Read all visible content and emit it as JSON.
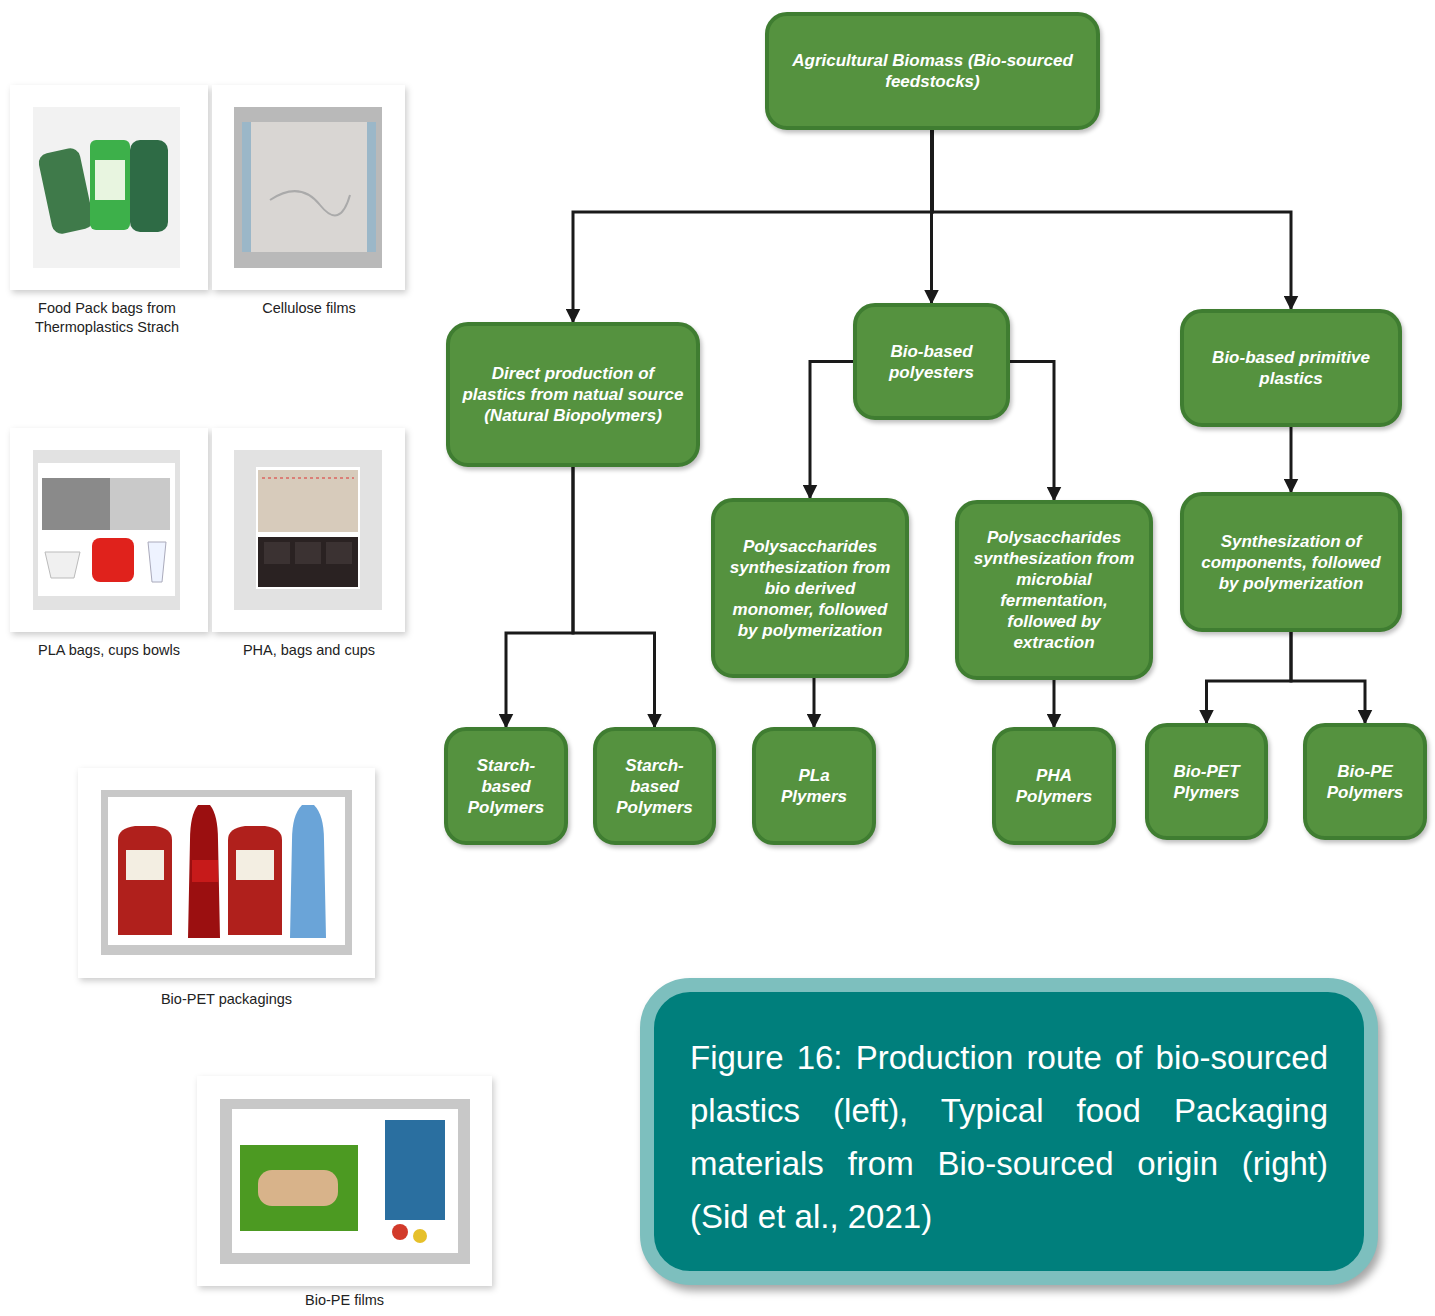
{
  "diagram": {
    "caption": "Figure 16: Production route of bio-sourced plastics (left), Typical food Packaging materials from Bio-sourced origin (right) (Sid et al., 2021)",
    "nodes": [
      {
        "text": [
          "Agricultural Biomass (Bio-sourced feedstocks)"
        ]
      },
      {
        "text": [
          "Direct production of plastics from natual source (Natural Biopolymers)"
        ]
      },
      {
        "text": [
          "Bio-based polyesters"
        ]
      },
      {
        "text": [
          "Bio-based primitive plastics"
        ]
      },
      {
        "text": [
          "Polysaccharides synthesization from bio derived monomer, followed by polymerization"
        ]
      },
      {
        "text": [
          "Polysaccharides synthesization from microbial fermentation, followed by extraction"
        ]
      },
      {
        "text": [
          "Synthesization of components, followed by polymerization"
        ]
      },
      {
        "text": [
          "Starch-based Polymers"
        ]
      },
      {
        "text": [
          "Starch-based Polymers"
        ]
      },
      {
        "text": [
          "PLa Plymers"
        ]
      },
      {
        "text": [
          "PHA Polymers"
        ]
      },
      {
        "text": [
          "Bio-PET Plymers"
        ]
      },
      {
        "text": [
          "Bio-PE Polymers"
        ]
      }
    ],
    "edges": [
      {
        "from": 0,
        "to": 1,
        "arrow": "to"
      },
      {
        "from": 0,
        "to": 2,
        "arrow": "to"
      },
      {
        "from": 0,
        "to": 3,
        "arrow": "to"
      },
      {
        "from": 1,
        "to": 7,
        "arrow": "to"
      },
      {
        "from": 1,
        "to": 8,
        "arrow": "to"
      },
      {
        "from": 2,
        "to": 4,
        "arrow": "to"
      },
      {
        "from": 2,
        "to": 5,
        "arrow": "to"
      },
      {
        "from": 3,
        "to": 6,
        "arrow": "to"
      },
      {
        "from": 4,
        "to": 9,
        "arrow": "to"
      },
      {
        "from": 5,
        "to": 10,
        "arrow": "to"
      },
      {
        "from": 6,
        "to": 11,
        "arrow": "to"
      },
      {
        "from": 6,
        "to": 12,
        "arrow": "to"
      }
    ],
    "labels": [
      "Food Pack bags from Thermoplastics Strach",
      "Cellulose films",
      "PLA bags, cups bowls",
      "PHA, bags and cups",
      "Bio-PET packagings",
      "Bio-PE films"
    ]
  }
}
